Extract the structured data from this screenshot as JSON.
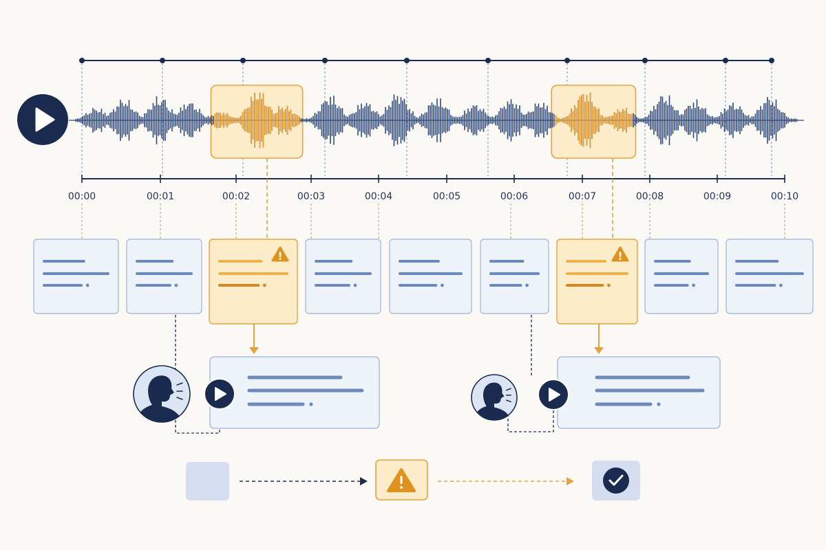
{
  "timeline": {
    "tick_labels": [
      "00:00",
      "00:01",
      "00:02",
      "00:03",
      "00:04",
      "00:05",
      "00:06",
      "00:07",
      "00:08",
      "00:09",
      "00:10"
    ],
    "flagged_ranges": [
      [
        1.85,
        2.85
      ],
      [
        6.75,
        7.75
      ]
    ]
  },
  "segments": [
    {
      "state": "normal"
    },
    {
      "state": "normal"
    },
    {
      "state": "flagged"
    },
    {
      "state": "normal"
    },
    {
      "state": "normal"
    },
    {
      "state": "normal"
    },
    {
      "state": "flagged"
    },
    {
      "state": "normal"
    },
    {
      "state": "normal"
    }
  ],
  "reviews": [
    {
      "source_segment": 2,
      "icon": "speaker-avatar-icon"
    },
    {
      "source_segment": 6,
      "icon": "speaker-avatar-icon"
    }
  ],
  "flow": {
    "steps": [
      "pending-state",
      "flagged-state",
      "approved-state"
    ],
    "icons": [
      "warning-icon",
      "check-icon"
    ]
  },
  "colors": {
    "navy": "#1a2b4f",
    "wave": "#2e4877",
    "accent": "#e6a23c",
    "accent_fill": "#fcecc9",
    "card_border": "#a9bddb",
    "card_fill": "#eef2f9",
    "line_blue": "#6c89bc"
  }
}
